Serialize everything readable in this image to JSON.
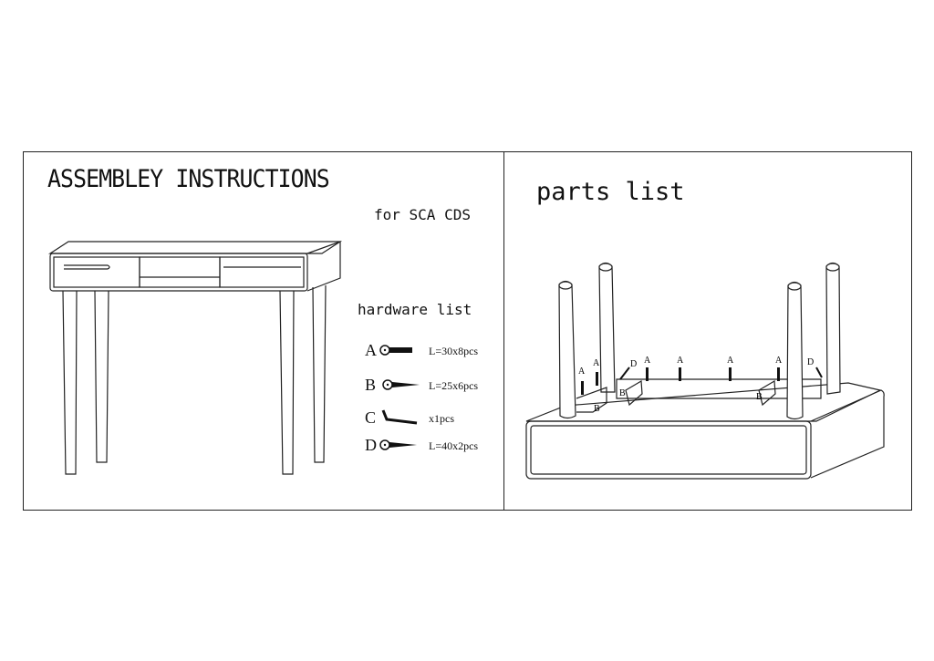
{
  "left_panel": {
    "title": "ASSEMBLEY INSTRUCTIONS",
    "subtitle": "for SCA CDS",
    "hardware_heading": "hardware list",
    "hardware": [
      {
        "letter": "A",
        "spec": "L=30x8pcs",
        "icon": "bolt-icon"
      },
      {
        "letter": "B",
        "spec": "L=25x6pcs",
        "icon": "wood-screw-icon"
      },
      {
        "letter": "C",
        "spec": "x1pcs",
        "icon": "allen-key-icon"
      },
      {
        "letter": "D",
        "spec": "L=40x2pcs",
        "icon": "long-screw-icon"
      }
    ]
  },
  "right_panel": {
    "title": "parts list",
    "callouts": [
      "A",
      "A",
      "D",
      "A",
      "A",
      "A",
      "A",
      "D",
      "B",
      "B",
      "B"
    ]
  }
}
